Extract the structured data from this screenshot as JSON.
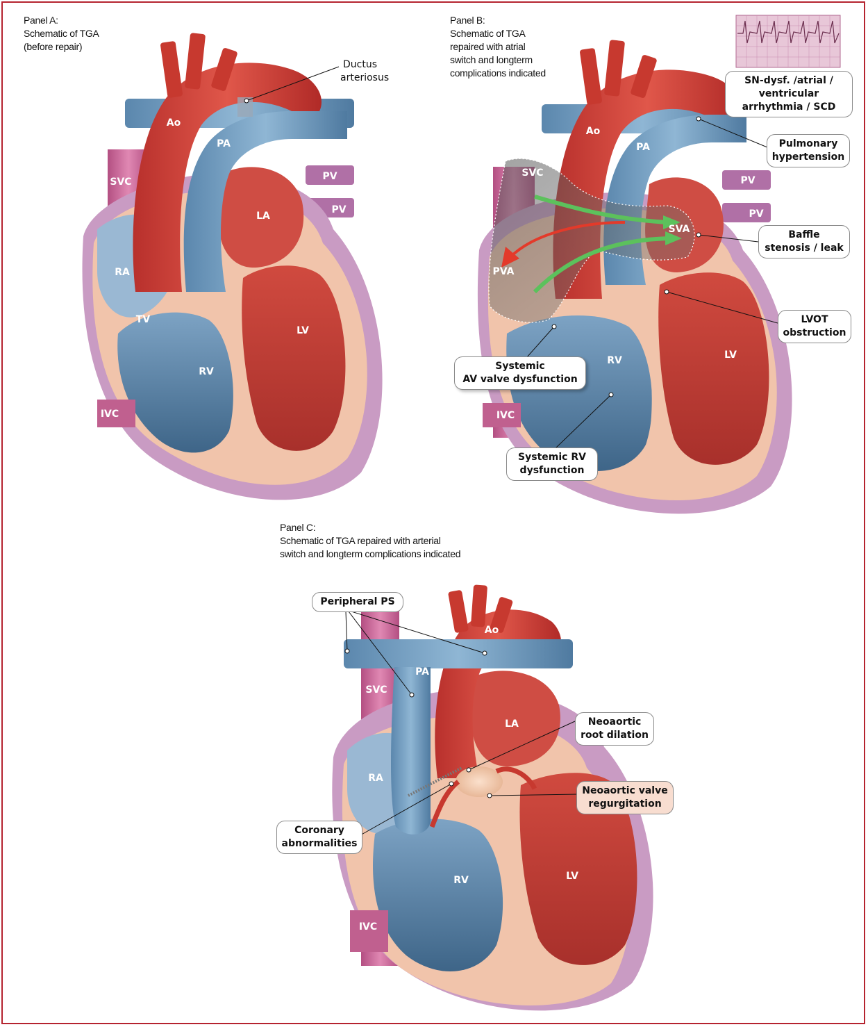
{
  "panel_a": {
    "title_lines": [
      "Panel A:",
      "Schematic of TGA",
      "(before repair)"
    ],
    "ductus_lines": [
      "Ductus",
      "arteriosus"
    ],
    "labels": {
      "ao": "Ao",
      "pa": "PA",
      "svc": "SVC",
      "pv1": "PV",
      "pv2": "PV",
      "la": "LA",
      "ra": "RA",
      "tv": "TV",
      "lv": "LV",
      "rv": "RV",
      "ivc": "IVC"
    }
  },
  "panel_b": {
    "title_lines": [
      "Panel B:",
      "Schematic of TGA",
      "repaired with atrial",
      "switch and longterm",
      "complications indicated"
    ],
    "labels": {
      "ao": "Ao",
      "pa": "PA",
      "svc": "SVC",
      "pv1": "PV",
      "pv2": "PV",
      "sva": "SVA",
      "pva": "PVA",
      "rv": "RV",
      "lv": "LV",
      "ivc": "IVC"
    },
    "callouts": {
      "arrhythmia": [
        "SN-dysf. /atrial /",
        "ventricular",
        "arrhythmia / SCD"
      ],
      "pulm_htn": [
        "Pulmonary",
        "hypertension"
      ],
      "baffle": [
        "Baffle",
        "stenosis / leak"
      ],
      "lvot": [
        "LVOT",
        "obstruction"
      ],
      "av_valve": [
        "Systemic",
        "AV valve dysfunction"
      ],
      "rv_dysf": [
        "Systemic RV",
        "dysfunction"
      ]
    }
  },
  "panel_c": {
    "title_lines": [
      "Panel C:",
      "Schematic of TGA repaired with arterial",
      "switch and longterm complications indicated"
    ],
    "labels": {
      "ao": "Ao",
      "pa": "PA",
      "svc": "SVC",
      "la": "LA",
      "ra": "RA",
      "rv": "RV",
      "lv": "LV",
      "ivc": "IVC"
    },
    "callouts": {
      "peripheral_ps": [
        "Peripheral PS"
      ],
      "neo_root": [
        "Neoaortic",
        "root dilation"
      ],
      "neo_valve": [
        "Neoaortic valve",
        "regurgitation"
      ],
      "coronary": [
        "Coronary",
        "abnormalities"
      ]
    }
  },
  "colors": {
    "border": "#b5232f",
    "aorta_red": "#d6453c",
    "pulmonary_blue": "#6f9cc0",
    "myocardium_peach": "#f1c4ab",
    "pericardium_mauve": "#c79ac0",
    "vena_cava_pink": "#c0608f",
    "lv_red": "#c73c33",
    "rv_blue": "#4f7aa0",
    "arrow_green": "#5cc15c",
    "arrow_red": "#e33a2a",
    "ecg_pink": "#e8c7d8"
  }
}
